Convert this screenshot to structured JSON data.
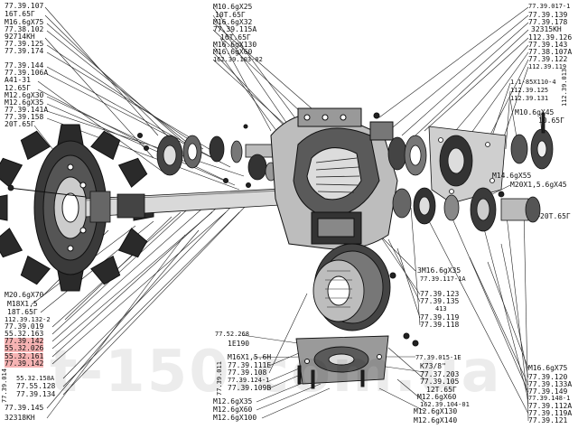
{
  "labels_left": [
    "77.39.107",
    "16T.65Г",
    "M16.6gX75",
    "77.38.102",
    "92714KH",
    "77.39.125",
    "77.39.174",
    "77.39.144",
    "77.39.106A",
    "A41-31",
    "12.65Г",
    "M12.6gX30",
    "M12.6gX35",
    "77.39.141A",
    "77.39.158",
    "20T.65Г"
  ],
  "labels_top_center": [
    "M10.6gX25",
    "10T.65Г",
    "M16.6gX32",
    "77.39.115A",
    "16T.65Г",
    "M16.6gX130",
    "M16.6gX60",
    "162.39.103-02"
  ],
  "labels_top_right": [
    "77.39.017-1",
    "77.39.139",
    "77.39.178",
    "32315KH",
    "112.39.126",
    "77.39.143",
    "77.38.107A",
    "77.39.122",
    "112.39.119"
  ],
  "labels_right_mid": [
    "1.1-85X110-4",
    "112.39.125",
    "112.39.131",
    "M10.6gX45",
    "10.65Г",
    "M14.6gX55",
    "M20X1,5.6gX45",
    "20T.65Г"
  ],
  "labels_bottom_left": [
    "M20.6gX70",
    "M18X1,5",
    "18T.65Г",
    "112.39.132-2",
    "77.39.019",
    "55.32.163",
    "77.39.142",
    "55.32.026",
    "55.32.161",
    "77.39.142",
    "55.32.158A",
    "77.55.128",
    "77.39.134",
    "77.39.145",
    "32318KH"
  ],
  "highlighted": [
    "77.39.142",
    "55.32.026",
    "55.32.161",
    "77.39.142"
  ],
  "labels_bottom_center": [
    "77.52.268",
    "1E190",
    "M16X1,5.6H",
    "77.39.111E",
    "77.39.108",
    "77.39.124-1",
    "77.39.109B",
    "M12.6gX35",
    "M12.6gX60",
    "M12.6gX100"
  ],
  "labels_center_right": [
    "3M16.6gX35",
    "77.39.117-1A",
    "77.39.123",
    "77.39.135",
    "413",
    "77.39.119",
    "77.39.118",
    "77.39.015-1E",
    "K73/8\"",
    "77.37.203",
    "77.39.105",
    "12T.65Г",
    "M12.6gX60",
    "162.39.104-01",
    "M12.6gX130",
    "M12.6gX140"
  ],
  "labels_bottom_right": [
    "M16.6gX75",
    "77.39.120",
    "77.39.133A",
    "77.39.149",
    "77.39.148-1",
    "77.39.112A",
    "77.39.119A",
    "77.39.121"
  ],
  "vertical_labels": [
    "112.39.013",
    "77.39.014",
    "77.39.011"
  ],
  "watermark": "t-150.com.ua"
}
